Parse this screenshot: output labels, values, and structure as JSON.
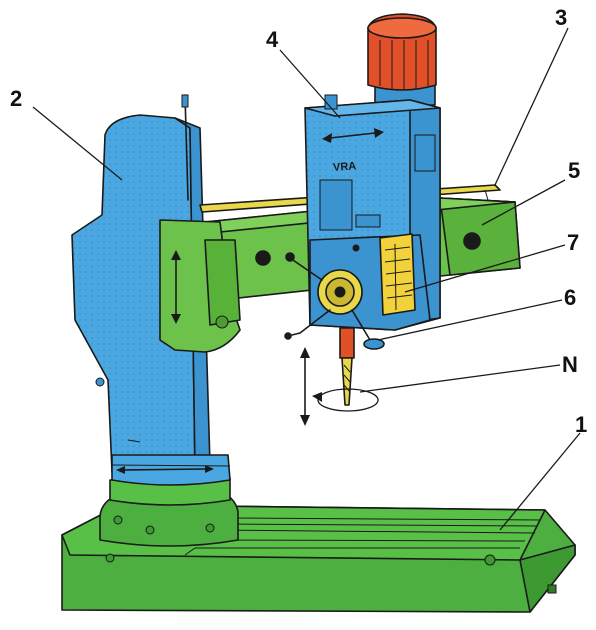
{
  "diagram": {
    "brand_plate": "VRA",
    "callouts": [
      {
        "id": "1",
        "label": "1"
      },
      {
        "id": "2",
        "label": "2"
      },
      {
        "id": "3",
        "label": "3"
      },
      {
        "id": "4",
        "label": "4"
      },
      {
        "id": "5",
        "label": "5"
      },
      {
        "id": "6",
        "label": "6"
      },
      {
        "id": "7",
        "label": "7"
      },
      {
        "id": "N",
        "label": "N"
      }
    ]
  },
  "colors": {
    "base_green": "#4caf3f",
    "column_blue": "#4aa7e2",
    "arm_green": "#6cc24a",
    "motor_red": "#e2502a",
    "guide_yellow": "#e8d84a",
    "scale_yellow": "#f2d23a"
  }
}
